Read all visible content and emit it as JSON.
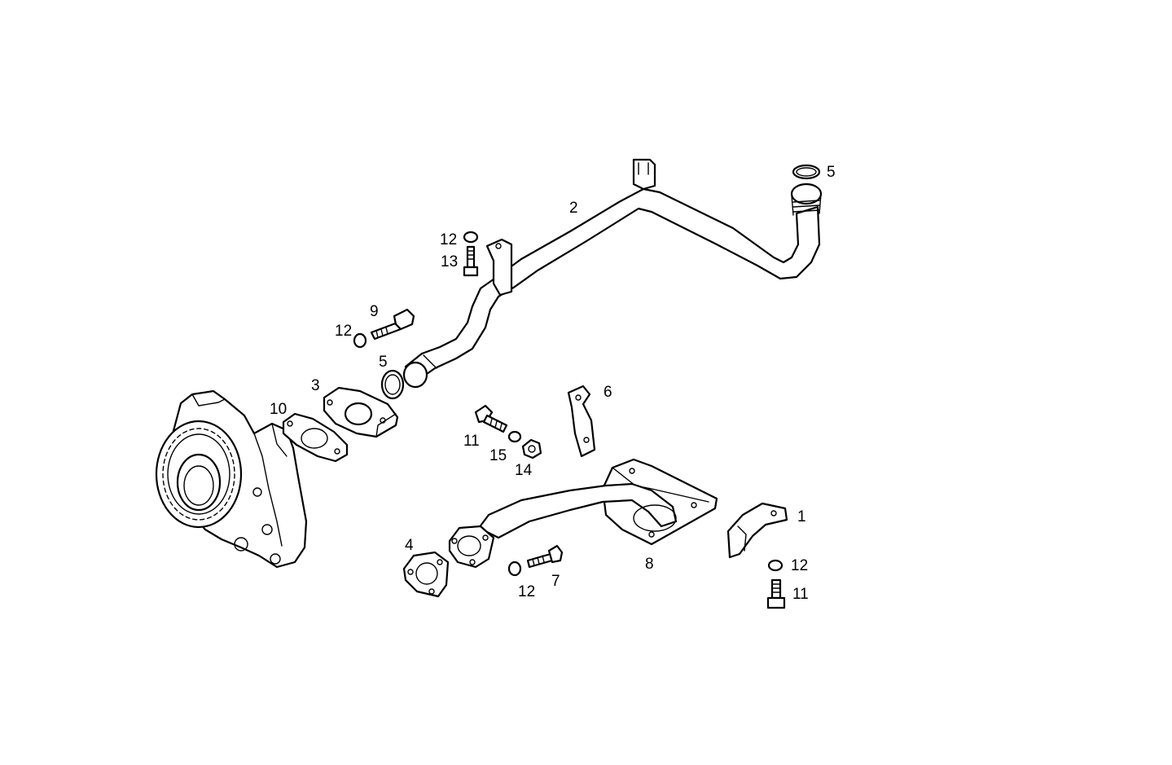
{
  "callouts": {
    "c1": "1",
    "c2": "2",
    "c3": "3",
    "c4": "4",
    "c5a": "5",
    "c5b": "5",
    "c6": "6",
    "c7": "7",
    "c8": "8",
    "c9": "9",
    "c10": "10",
    "c11a": "11",
    "c11b": "11",
    "c12a": "12",
    "c12b": "12",
    "c12c": "12",
    "c12d": "12",
    "c13": "13",
    "c14": "14",
    "c15": "15"
  }
}
